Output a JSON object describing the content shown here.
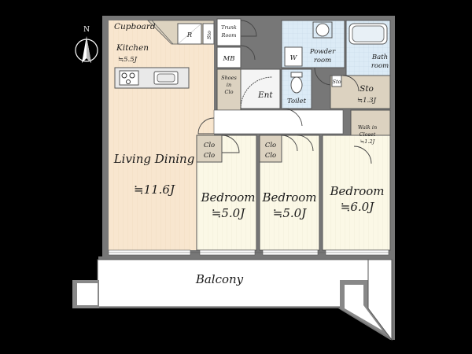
{
  "compass": {
    "label": "N",
    "icon": "north-arrow-icon"
  },
  "rooms": {
    "cupboard": "Cupboard",
    "kitchen": "Kitchen",
    "kitchen_size": "≒5.5J",
    "fridge": "R",
    "storage_small": "Sto",
    "trunk_room": [
      "Trunk",
      "Room"
    ],
    "mb": "MB",
    "shoes_in_closet": [
      "Shoes",
      "in",
      "Clo"
    ],
    "entrance": "Ent",
    "toilet": "Toilet",
    "washer": "W",
    "powder_room": [
      "Powder",
      "room"
    ],
    "bath_room": [
      "Bath",
      "room"
    ],
    "sto_small2": "Sto",
    "storage": "Sto",
    "storage_size": "≒1.3J",
    "walk_in_closet": [
      "Walk in",
      "Closet",
      "≒1.2J"
    ],
    "living_dining": "Living Dining",
    "living_dining_size": "≒11.6J",
    "closets": [
      "Clo",
      "Clo",
      "Clo",
      "Clo"
    ],
    "bedroom1": "Bedroom",
    "bedroom1_size": "≒5.0J",
    "bedroom2": "Bedroom",
    "bedroom2_size": "≒5.0J",
    "bedroom3": "Bedroom",
    "bedroom3_size": "≒6.0J",
    "balcony": "Balcony"
  },
  "colors": {
    "background": "#000000",
    "living_floor": "#f8e6cf",
    "bedroom_floor": "#fbf8e6",
    "wet_area": "#dcebf6",
    "corridor": "#ffffff",
    "storage": "#dcd2c0",
    "balcony": "#ffffff",
    "wall": "#777777"
  }
}
